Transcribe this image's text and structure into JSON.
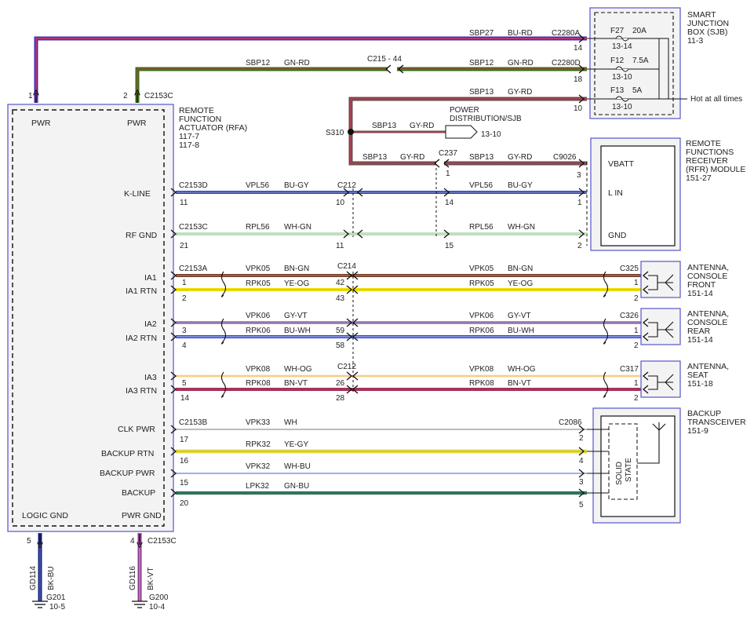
{
  "colors": {
    "BU-RD": "#4b2cae",
    "GN-RD": "#3d6b14",
    "GY-RD": "#6d4a4a",
    "BU-GY": "#2a3fd0",
    "WH-GN": "#7fbf7f",
    "BN-GN": "#7a3a28",
    "YE-OG": "#ece400",
    "GY-VT": "#a890b8",
    "BU-WH": "#3344cc",
    "WH-OG": "#f0c060",
    "BN-VT": "#a52a4a",
    "WH": "#bdbdbd",
    "YE-GY": "#e8e034",
    "WH-BU": "#9fb0e8",
    "GN-BU": "#1f6a3a",
    "BK-BU": "#1a237e",
    "BK-VT": "#8a3a8a"
  },
  "modules": {
    "rfa": {
      "name": [
        "REMOTE",
        "FUNCTION",
        "ACTUATOR (RFA)",
        "117-7",
        "117-8"
      ],
      "pins": [
        {
          "key": "pwr1",
          "label": "PWR",
          "num": "1"
        },
        {
          "key": "pwr2",
          "label": "PWR",
          "num": "2",
          "conn": "C2153C"
        },
        {
          "key": "kline",
          "label": "K-LINE"
        },
        {
          "key": "rfgnd",
          "label": "RF GND"
        },
        {
          "key": "ia1",
          "label": "IA1"
        },
        {
          "key": "ia1rtn",
          "label": "IA1 RTN"
        },
        {
          "key": "ia2",
          "label": "IA2"
        },
        {
          "key": "ia2rtn",
          "label": "IA2 RTN"
        },
        {
          "key": "ia3",
          "label": "IA3"
        },
        {
          "key": "ia3rtn",
          "label": "IA3 RTN"
        },
        {
          "key": "clkpwr",
          "label": "CLK PWR"
        },
        {
          "key": "backuprtn",
          "label": "BACKUP RTN"
        },
        {
          "key": "backuppwr",
          "label": "BACKUP PWR"
        },
        {
          "key": "backup",
          "label": "BACKUP"
        },
        {
          "key": "logicgnd",
          "label": "LOGIC GND"
        },
        {
          "key": "pwrgnd",
          "label": "PWR GND"
        }
      ]
    },
    "sjb": {
      "name": [
        "SMART",
        "JUNCTION",
        "BOX (SJB)",
        "11-3"
      ],
      "fuses": [
        {
          "id": "F27",
          "amp": "20A",
          "ref": "13-14"
        },
        {
          "id": "F12",
          "amp": "7.5A",
          "ref": "13-10"
        },
        {
          "id": "F13",
          "amp": "5A",
          "ref": "13-10"
        }
      ],
      "note": "Hot at all times"
    },
    "rfr": {
      "name": [
        "REMOTE",
        "FUNCTIONS",
        "RECEIVER",
        "(RFR) MODULE",
        "151-27"
      ],
      "pins": [
        "VBATT",
        "L IN",
        "GND"
      ]
    },
    "ant_front": {
      "name": [
        "ANTENNA,",
        "CONSOLE",
        "FRONT",
        "151-14"
      ]
    },
    "ant_rear": {
      "name": [
        "ANTENNA,",
        "CONSOLE",
        "REAR",
        "151-14"
      ]
    },
    "ant_seat": {
      "name": [
        "ANTENNA,",
        "SEAT",
        "151-18"
      ]
    },
    "backup_tx": {
      "name": [
        "BACKUP",
        "TRANSCEIVER",
        "151-9"
      ],
      "inner": [
        "SOLID",
        "STATE"
      ]
    },
    "power_dist": {
      "name": [
        "POWER",
        "DISTRIBUTION/SJB"
      ],
      "ref": "13-10"
    }
  },
  "splice": {
    "id": "S310"
  },
  "wires": {
    "sbp27": {
      "circuit": "SBP27",
      "color": "BU-RD",
      "conn": "C2280A",
      "pin": "14"
    },
    "sbp12": {
      "circuit": "SBP12",
      "color": "GN-RD",
      "conn": "C2280D",
      "pin": "18",
      "inline": "C215 - 44"
    },
    "sbp13_top": {
      "circuit": "SBP13",
      "color": "GY-RD",
      "pin": "10"
    },
    "sbp13_pd": {
      "circuit": "SBP13",
      "color": "GY-RD"
    },
    "sbp13_rfr": {
      "circuit": "SBP13",
      "color": "GY-RD",
      "inline": "C237",
      "inline_pin": "1",
      "conn": "C9026",
      "pin": "3"
    },
    "vpl56": {
      "circuit": "VPL56",
      "color": "BU-GY",
      "conn_l": "C2153D",
      "pin_l": "11",
      "inline": "C212",
      "inline_pin": "10",
      "pin_r": "14",
      "pin_end": "1"
    },
    "rpl56": {
      "circuit": "RPL56",
      "color": "WH-GN",
      "conn_l": "C2153C",
      "pin_l": "21",
      "inline_pin": "11",
      "pin_r": "15",
      "pin_end": "2"
    },
    "vpk05": {
      "circuit": "VPK05",
      "color": "BN-GN",
      "conn_l": "C2153A",
      "pin_l": "1",
      "inline": "C214",
      "inline_pin": "42",
      "conn_r": "C325",
      "pin_end": "1"
    },
    "rpk05": {
      "circuit": "RPK05",
      "color": "YE-OG",
      "pin_l": "2",
      "inline_pin": "43",
      "pin_end": "2"
    },
    "vpk06": {
      "circuit": "VPK06",
      "color": "GY-VT",
      "pin_l": "3",
      "inline_pin": "59",
      "conn_r": "C326",
      "pin_end": "1"
    },
    "rpk06": {
      "circuit": "RPK06",
      "color": "BU-WH",
      "pin_l": "4",
      "inline_pin": "58",
      "pin_end": "2"
    },
    "vpk08": {
      "circuit": "VPK08",
      "color": "WH-OG",
      "pin_l": "5",
      "inline": "C212",
      "inline_pin": "26",
      "conn_r": "C317",
      "pin_end": "1"
    },
    "rpk08": {
      "circuit": "RPK08",
      "color": "BN-VT",
      "pin_l": "14",
      "inline_pin": "28",
      "pin_end": "2"
    },
    "vpk33": {
      "circuit": "VPK33",
      "color": "WH",
      "conn_l": "C2153B",
      "pin_l": "17",
      "conn_r": "C2086",
      "pin_end": "2"
    },
    "rpk32": {
      "circuit": "RPK32",
      "color": "YE-GY",
      "pin_l": "16",
      "pin_end": "4"
    },
    "vpk32": {
      "circuit": "VPK32",
      "color": "WH-BU",
      "pin_l": "15",
      "pin_end": "3"
    },
    "lpk32": {
      "circuit": "LPK32",
      "color": "GN-BU",
      "pin_l": "20",
      "pin_end": "5"
    },
    "gd114": {
      "circuit": "GD114",
      "color": "BK-BU",
      "pin": "5",
      "ground": "G201",
      "ref": "10-5"
    },
    "gd116": {
      "circuit": "GD116",
      "color": "BK-VT",
      "pin": "4",
      "conn": "C2153C",
      "ground": "G200",
      "ref": "10-4"
    }
  }
}
